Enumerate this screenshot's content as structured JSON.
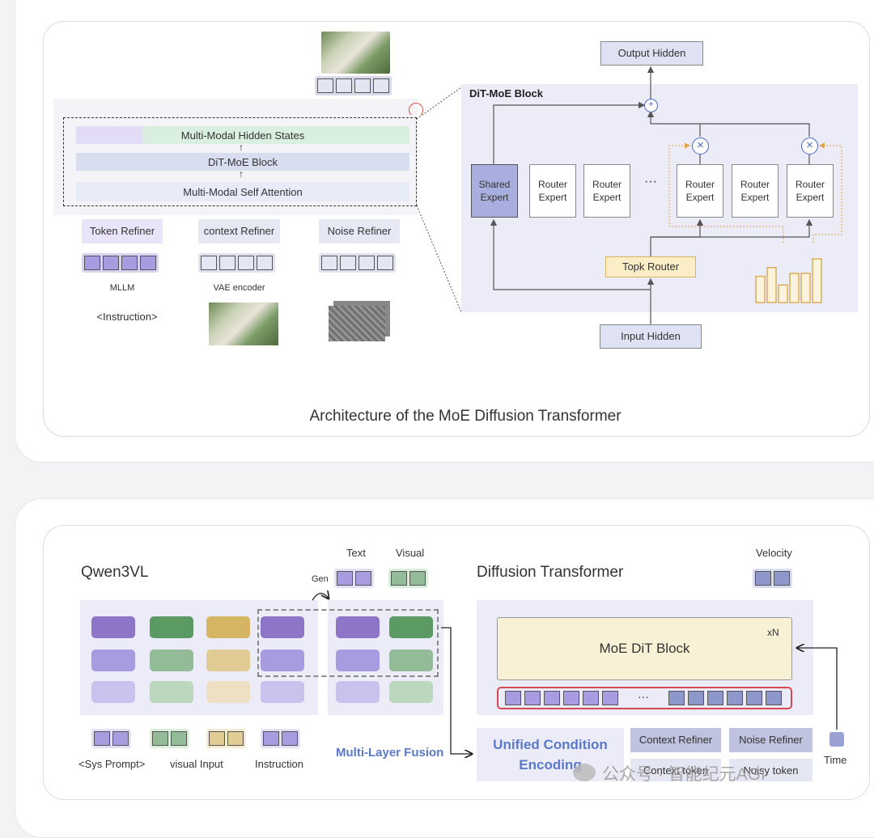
{
  "colors": {
    "lavender_bg": "#ecebf8",
    "purple_dark": "#8f75c7",
    "purple_mid": "#a99be0",
    "purple_light": "#c9c2ec",
    "green_dark": "#5c9a63",
    "green_mid": "#93bb98",
    "green_light": "#bcd7be",
    "gold_dark": "#d5b563",
    "gold_mid": "#e2cc96",
    "gold_light": "#eee0c3",
    "blue_accent": "#5b78c9",
    "moe_fill": "#f8f1d6",
    "red_border": "#d44a52"
  },
  "top": {
    "caption": "Architecture of the MoE Diffusion Transformer",
    "stack": {
      "hidden_states": "Multi-Modal Hidden States",
      "dit_moe_block": "DiT-MoE Block",
      "self_attention": "Multi-Modal  Self Attention",
      "arrow_glyph": "↑"
    },
    "refiners": [
      "Token Refiner",
      "context Refiner",
      "Noise Refiner"
    ],
    "sources": [
      "MLLM",
      "VAE encoder"
    ],
    "instruction": "<Instruction>",
    "block": {
      "title": "DiT-MoE Block",
      "output_hidden": "Output Hidden",
      "input_hidden": "Input Hidden",
      "topk_router": "Topk Router",
      "shared_expert": "Shared Expert",
      "router_expert": "Router Expert",
      "ellipsis": "···",
      "plus_glyph": "+",
      "times_glyph": "×"
    },
    "router_bar_levels": [
      0.45,
      0.6,
      0.3,
      0.5,
      0.5,
      0.75
    ]
  },
  "bottom": {
    "qwen_title": "Qwen3VL",
    "dit_title": "Diffusion Transformer",
    "text_label": "Text",
    "visual_label": "Visual",
    "gen_label": "Gen",
    "velocity_label": "Velocity",
    "legend": [
      "<Sys Prompt>",
      "visual Input",
      "Instruction"
    ],
    "multilayer_fusion": "Multi-Layer Fusion",
    "unified_line1": "Unified Condition",
    "unified_line2": "Encoding",
    "context_refiner": "Context Refiner",
    "noise_refiner": "Noise Refiner",
    "context_token": "Context token",
    "noisy_token": "Noisy token",
    "time_label": "Time",
    "moe_dit_block": "MoE DiT Block",
    "xN": "xN",
    "ellipsis": "···"
  },
  "watermark": "公众号 · 智能纪元AGI"
}
